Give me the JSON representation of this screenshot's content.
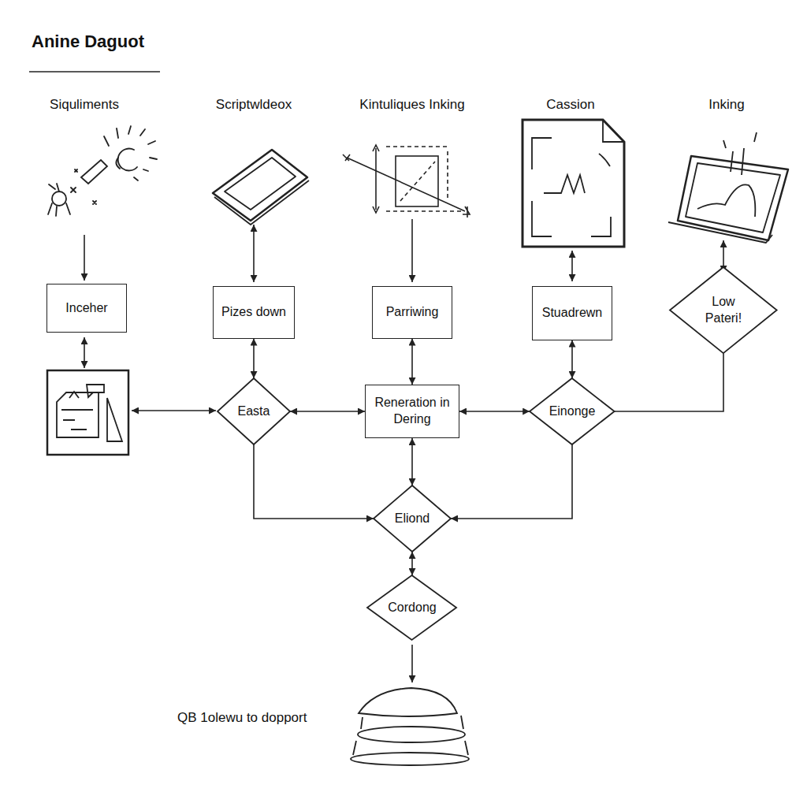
{
  "diagram": {
    "title": "Anine Daguot",
    "nodes": [
      {
        "text": [
          "Inceher"
        ]
      },
      {
        "text": [
          "Pizes down"
        ]
      },
      {
        "text": [
          "Parriwing"
        ]
      },
      {
        "text": [
          "Stuadrewn"
        ]
      },
      {
        "text": [
          "Low Pateri!"
        ]
      },
      {
        "text": [
          "Easta"
        ]
      },
      {
        "text": [
          "Reneration in Dering"
        ]
      },
      {
        "text": [
          "Einonge"
        ]
      },
      {
        "text": [
          "Eliond"
        ]
      },
      {
        "text": [
          "Cordong"
        ]
      }
    ],
    "edges": [
      {
        "from": 1,
        "to": 5,
        "arrow": "both"
      },
      {
        "from": 5,
        "to": 6,
        "arrow": "both"
      },
      {
        "from": 2,
        "to": 6,
        "arrow": "both"
      },
      {
        "from": 6,
        "to": 7,
        "arrow": "both"
      },
      {
        "from": 3,
        "to": 7,
        "arrow": "both"
      },
      {
        "from": 4,
        "to": 7,
        "arrow": "none"
      },
      {
        "from": 5,
        "to": 8,
        "arrow": "to"
      },
      {
        "from": 7,
        "to": 8,
        "arrow": "to"
      },
      {
        "from": 6,
        "to": 8,
        "arrow": "both"
      },
      {
        "from": 8,
        "to": 9,
        "arrow": "both"
      }
    ],
    "labels": [
      "Siquliments",
      "Scriptwldeox",
      "Kintuliques Inking",
      "Cassion",
      "Inking",
      "QB 1olewu to dopport"
    ]
  }
}
